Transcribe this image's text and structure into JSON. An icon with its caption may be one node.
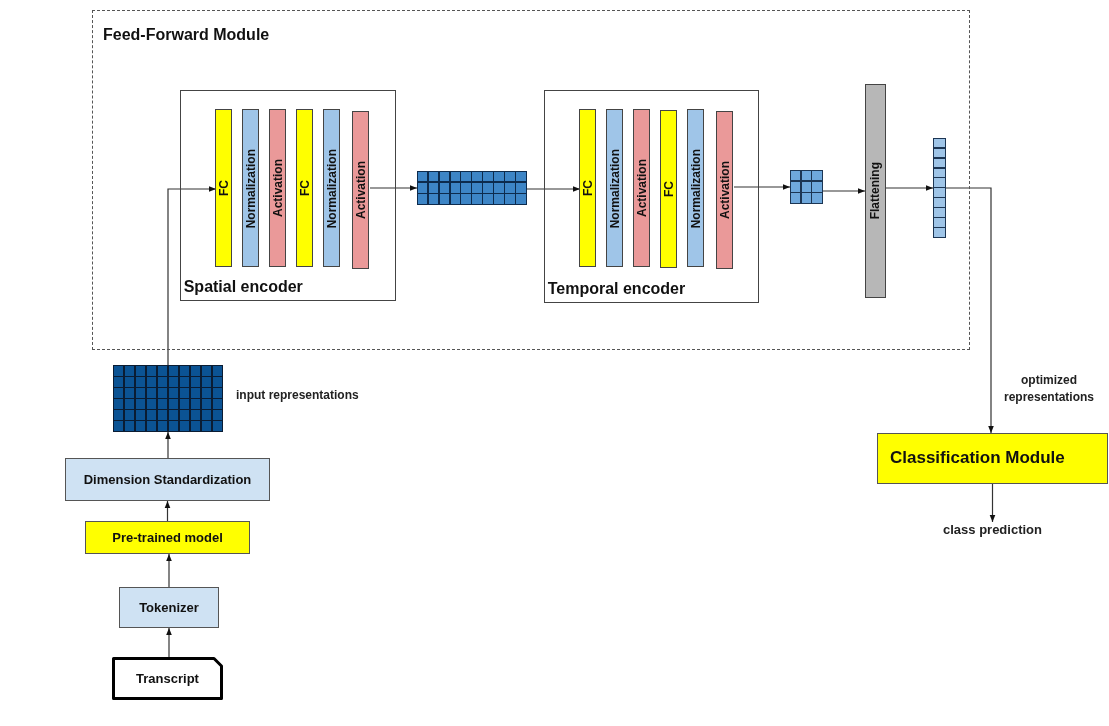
{
  "diagram": {
    "nodes": [
      {
        "text": [
          "Feed-Forward Module"
        ]
      },
      {
        "text": [
          "Spatial encoder"
        ],
        "in": 0
      },
      {
        "text": [
          "FC"
        ],
        "in": 1
      },
      {
        "text": [
          "Normalization"
        ],
        "in": 1
      },
      {
        "text": [
          "Activation"
        ],
        "in": 1
      },
      {
        "text": [
          "FC"
        ],
        "in": 1
      },
      {
        "text": [
          "Normalization"
        ],
        "in": 1
      },
      {
        "text": [
          "Activation"
        ],
        "in": 1
      },
      {
        "text": [],
        "shape": "grid",
        "in": 0
      },
      {
        "text": [
          "Temporal encoder"
        ],
        "in": 0
      },
      {
        "text": [
          "FC"
        ],
        "in": 9
      },
      {
        "text": [
          "Normalization"
        ],
        "in": 9
      },
      {
        "text": [
          "Activation"
        ],
        "in": 9
      },
      {
        "text": [
          "FC"
        ],
        "in": 9
      },
      {
        "text": [
          "Normalization"
        ],
        "in": 9
      },
      {
        "text": [
          "Activation"
        ],
        "in": 9
      },
      {
        "text": [],
        "shape": "grid",
        "in": 0
      },
      {
        "text": [
          "Flattening"
        ],
        "in": 0
      },
      {
        "text": [],
        "shape": "grid",
        "in": 0
      },
      {
        "text": [],
        "shape": "grid",
        "beside": [
          "input representations"
        ]
      },
      {
        "text": [
          "Dimension Standardization"
        ]
      },
      {
        "text": [
          "Pre-trained model"
        ]
      },
      {
        "text": [
          "Tokenizer"
        ]
      },
      {
        "text": [
          "Transcript"
        ]
      },
      {
        "text": [
          "Classification Module"
        ]
      },
      {
        "text": [
          "class prediction"
        ]
      }
    ],
    "edges": [
      {
        "from": 23,
        "to": 22,
        "arrow": "to"
      },
      {
        "from": 22,
        "to": 21,
        "arrow": "to"
      },
      {
        "from": 21,
        "to": 20,
        "arrow": "to"
      },
      {
        "from": 20,
        "to": 19,
        "arrow": "to"
      },
      {
        "from": 19,
        "to": 2,
        "arrow": "to"
      },
      {
        "from": 7,
        "to": 8,
        "arrow": "to"
      },
      {
        "from": 8,
        "to": 10,
        "arrow": "to"
      },
      {
        "from": 15,
        "to": 16,
        "arrow": "to"
      },
      {
        "from": 16,
        "to": 17,
        "arrow": "to"
      },
      {
        "from": 17,
        "to": 18,
        "arrow": "to"
      },
      {
        "from": 18,
        "to": 24,
        "arrow": "to",
        "label": "optimized representations"
      },
      {
        "from": 24,
        "to": 25,
        "arrow": "to"
      }
    ]
  }
}
